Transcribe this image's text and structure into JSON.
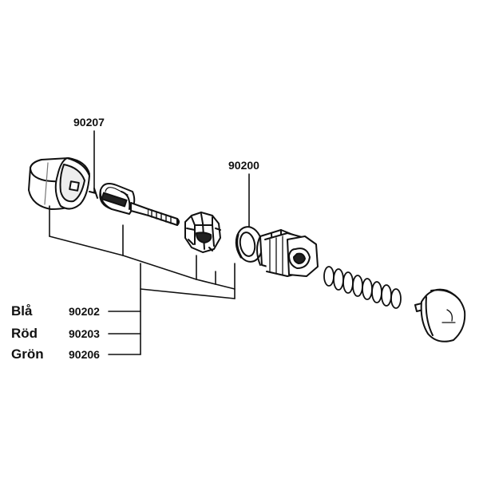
{
  "callouts": {
    "p90207": "90207",
    "p90200": "90200"
  },
  "variants": [
    {
      "color": "Blå",
      "part": "90202"
    },
    {
      "color": "Röd",
      "part": "90203"
    },
    {
      "color": "Grön",
      "part": "90206"
    }
  ]
}
